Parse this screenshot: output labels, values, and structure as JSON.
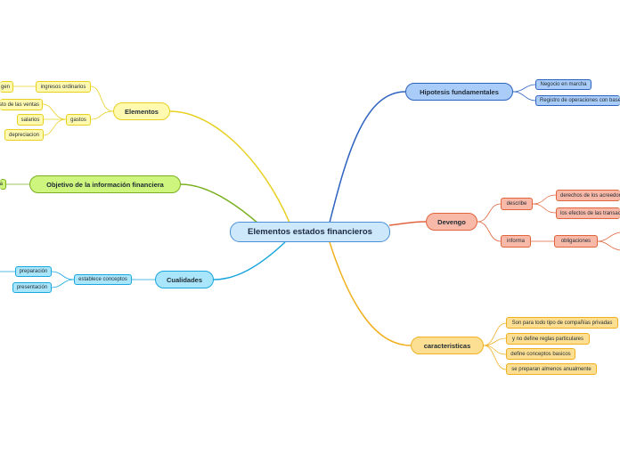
{
  "root": {
    "label": "Elementos estados financieros"
  },
  "branches": {
    "hipotesis": {
      "label": "Hipotesis fundamentales",
      "items": [
        "Negocio en marcha",
        "Registro de operaciones con base"
      ]
    },
    "devengo": {
      "label": "Devengo",
      "describe": {
        "label": "describe",
        "items": [
          "derechos de los acreedores",
          "los efectos de las transacciones"
        ]
      },
      "informa": {
        "label": "informa",
        "items": [
          "obligaciones"
        ]
      }
    },
    "caracteristicas": {
      "label": "caracteristicas",
      "items": [
        "Son para todo tipo de compañías privadas",
        "y no define reglas particulares",
        "define conceptos basicos",
        "se preparan almenos anualmente"
      ]
    },
    "elementos": {
      "label": "Elementos",
      "ingresos": {
        "label": "ingresos ordinarios",
        "items": [
          "gen"
        ]
      },
      "gastos": {
        "label": "gastos",
        "items": [
          "costo de las ventas",
          "salarios",
          "depreciacion"
        ]
      }
    },
    "objetivo": {
      "label": "Objetivo de la información financiera",
      "items": [
        "a"
      ]
    },
    "cualidades": {
      "label": "Cualidades",
      "establece": {
        "label": "establece conceptos",
        "items": [
          "preparación",
          "presentación"
        ]
      }
    }
  },
  "colors": {
    "blue_border": "#2e63c0",
    "blue_fill": "#a9ccf8",
    "red_border": "#e0643c",
    "red_fill": "#f8b9a8",
    "orange_border": "#f0b020",
    "orange_fill": "#fcdf92",
    "yellow_border": "#e8d020",
    "yellow_fill": "#fffab0",
    "green_border": "#7ab020",
    "green_fill": "#cef57e",
    "cyan_border": "#1aa6de",
    "cyan_fill": "#aae6fb",
    "root_border": "#4a90d9",
    "root_fill": "#cde8fb"
  }
}
